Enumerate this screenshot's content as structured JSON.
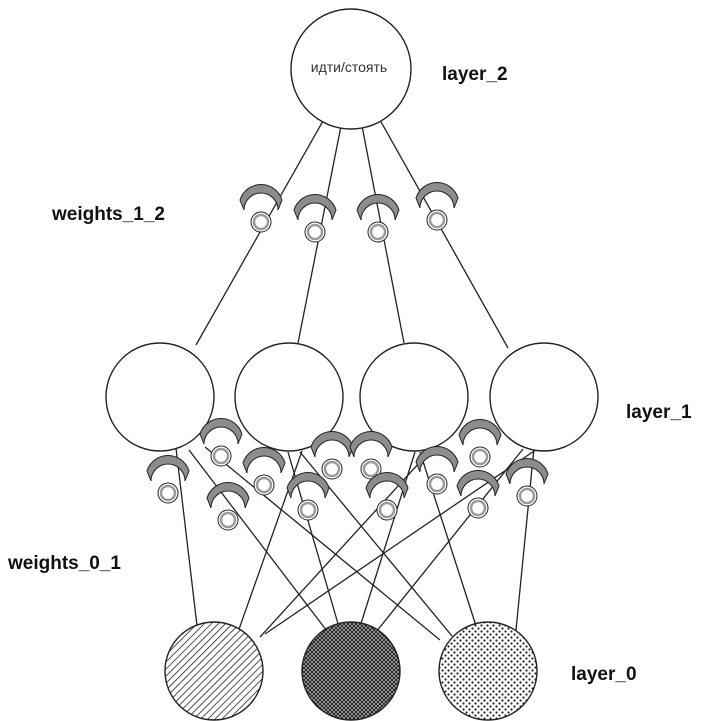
{
  "output_node": {
    "text": "идти/стоять"
  },
  "labels": {
    "layer_2": "layer_2",
    "weights_1_2": "weights_1_2",
    "layer_1": "layer_1",
    "weights_0_1": "weights_0_1",
    "layer_0": "layer_0"
  },
  "colors": {
    "stroke": "#222222",
    "gauge_fill": "#8c8c8c",
    "knob_ring": "#9a9a9a"
  }
}
